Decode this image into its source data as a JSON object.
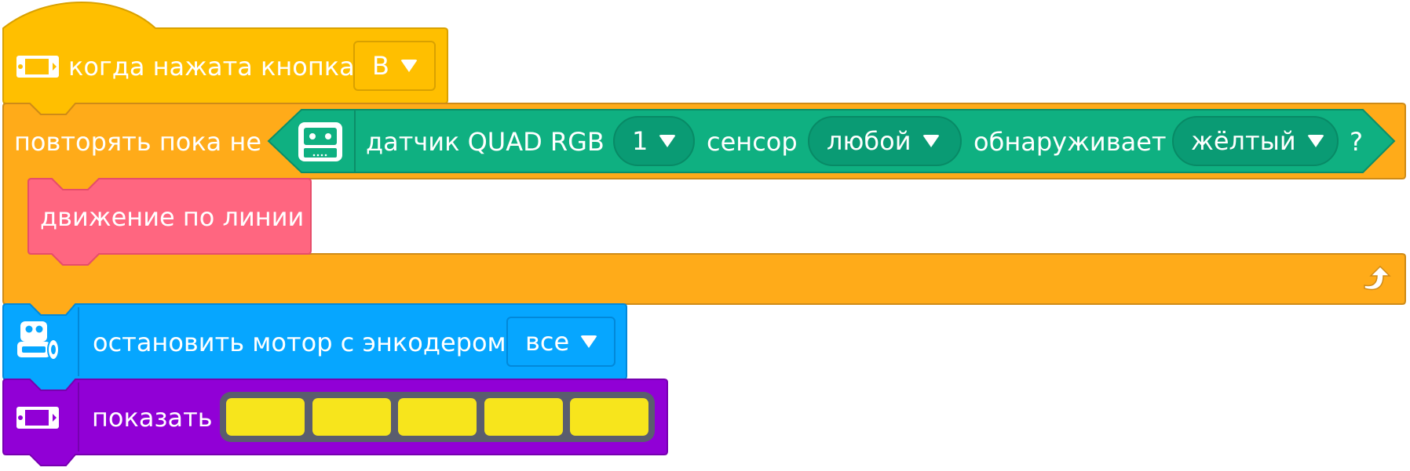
{
  "colors": {
    "event": "#ffbf00",
    "control": "#ffab19",
    "sensor": "#0fb081",
    "myblock": "#ff6680",
    "motor": "#06a6ff",
    "display": "#9100d6",
    "led_on": "#f7e51c"
  },
  "event_block": {
    "icon": "led-matrix-icon",
    "label": "когда нажата кнопка",
    "dropdown_value": "B"
  },
  "repeat_block": {
    "label": "повторять пока не",
    "loop_icon": "loop-arrow-icon",
    "condition": {
      "icon": "quad-rgb-sensor-icon",
      "label_sensor": "датчик QUAD RGB",
      "port_value": "1",
      "label_channel": "сенсор",
      "channel_value": "любой",
      "label_detects": "обнаруживает",
      "color_value": "жёлтый",
      "question": "?"
    }
  },
  "custom_block": {
    "label": "движение по линии"
  },
  "motor_block": {
    "icon": "robot-motor-icon",
    "label": "остановить мотор с энкодером",
    "dropdown_value": "все"
  },
  "display_block": {
    "icon": "led-matrix-icon",
    "label": "показать",
    "leds": [
      "led-on",
      "led-on",
      "led-on",
      "led-on",
      "led-on"
    ]
  }
}
